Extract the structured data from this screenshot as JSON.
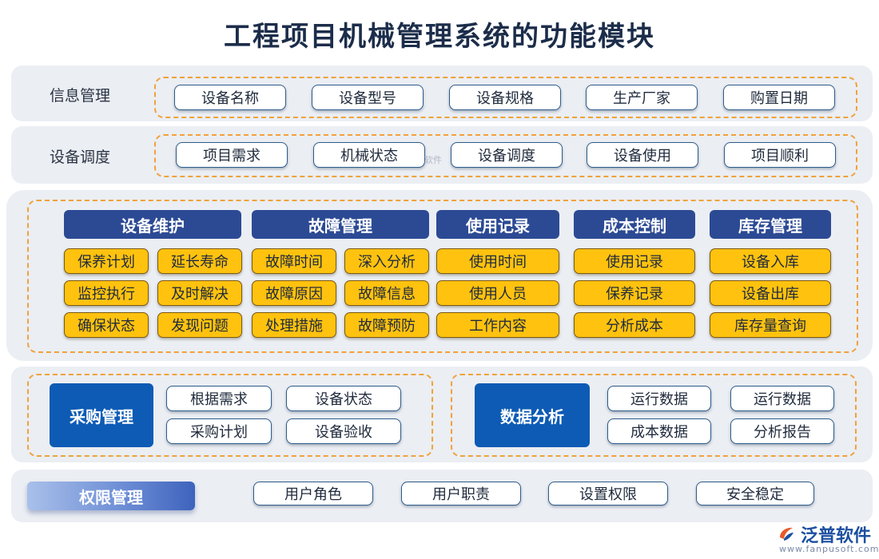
{
  "title": "工程项目机械管理系统的功能模块",
  "info_row": {
    "label": "信息管理",
    "items": [
      "设备名称",
      "设备型号",
      "设备规格",
      "生产厂家",
      "购置日期"
    ]
  },
  "dispatch_row": {
    "label": "设备调度",
    "items": [
      "项目需求",
      "机械状态",
      "设备调度",
      "设备使用",
      "项目顺利"
    ],
    "watermark": "软件"
  },
  "modules": {
    "maintenance": {
      "header": "设备维护",
      "items": [
        "保养计划",
        "延长寿命",
        "监控执行",
        "及时解决",
        "确保状态",
        "发现问题"
      ]
    },
    "fault": {
      "header": "故障管理",
      "items": [
        "故障时间",
        "深入分析",
        "故障原因",
        "故障信息",
        "处理措施",
        "故障预防"
      ]
    },
    "usage": {
      "header": "使用记录",
      "items": [
        "使用时间",
        "使用人员",
        "工作内容"
      ]
    },
    "cost": {
      "header": "成本控制",
      "items": [
        "使用记录",
        "保养记录",
        "分析成本"
      ]
    },
    "inventory": {
      "header": "库存管理",
      "items": [
        "设备入库",
        "设备出库",
        "库存量查询"
      ]
    }
  },
  "procurement": {
    "label": "采购管理",
    "items": [
      "根据需求",
      "设备状态",
      "采购计划",
      "设备验收"
    ]
  },
  "analysis": {
    "label": "数据分析",
    "items": [
      "运行数据",
      "运行数据",
      "成本数据",
      "分析报告"
    ]
  },
  "permission": {
    "label": "权限管理",
    "items": [
      "用户角色",
      "用户职责",
      "设置权限",
      "安全稳定"
    ]
  },
  "brand": {
    "name": "泛普软件",
    "url": "www.fanpusoft.com"
  },
  "colors": {
    "header_blue": "#2c4a94",
    "accent_yellow": "#ffc20e",
    "dash_orange": "#f0a23a",
    "module_blue": "#0d5bb5"
  }
}
